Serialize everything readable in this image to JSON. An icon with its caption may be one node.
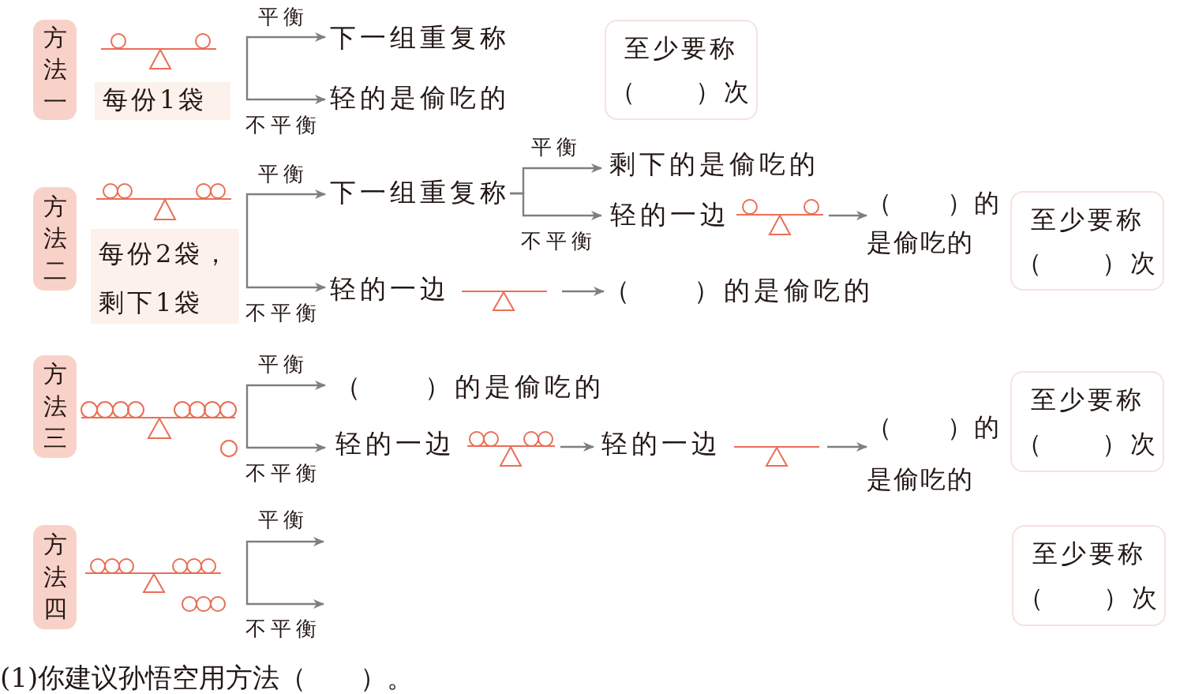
{
  "diagram": {
    "nodes": [
      {
        "text": [
          "方法一"
        ]
      },
      {
        "text": [
          "每份1袋"
        ]
      },
      {
        "text": [
          "下一组重复称"
        ]
      },
      {
        "text": [
          "轻的是偷吃的"
        ]
      },
      {
        "text": [
          "至少要称",
          "（　　）次"
        ]
      },
      {
        "text": [
          "方法二"
        ]
      },
      {
        "text": [
          "每份2袋，剩下1袋"
        ]
      },
      {
        "text": [
          "下一组重复称"
        ]
      },
      {
        "text": [
          "剩下的是偷吃的"
        ]
      },
      {
        "text": [
          "轻的一边"
        ]
      },
      {
        "text": [
          "（　　）的是偷吃的"
        ]
      },
      {
        "text": [
          "轻的一边"
        ]
      },
      {
        "text": [
          "（　　）的是偷吃的"
        ]
      },
      {
        "text": [
          "至少要称",
          "（　　）次"
        ]
      },
      {
        "text": [
          "方法三"
        ]
      },
      {
        "text": [],
        "shape": "picture"
      },
      {
        "text": [
          "（　　）的是偷吃的"
        ]
      },
      {
        "text": [
          "轻的一边"
        ]
      },
      {
        "text": [
          "轻的一边"
        ]
      },
      {
        "text": [
          "（　　）的是偷吃的"
        ]
      },
      {
        "text": [
          "至少要称",
          "（　　）次"
        ]
      },
      {
        "text": [
          "方法四"
        ]
      },
      {
        "text": [],
        "shape": "picture"
      },
      {
        "text": [
          "至少要称",
          "（　　）次"
        ]
      }
    ],
    "edges": [
      {
        "from": 1,
        "to": 2,
        "arrow": "to",
        "label": "平衡"
      },
      {
        "from": 1,
        "to": 3,
        "arrow": "to",
        "label": "不平衡"
      },
      {
        "from": 6,
        "to": 7,
        "arrow": "to",
        "label": "平衡"
      },
      {
        "from": 6,
        "to": 11,
        "arrow": "to",
        "label": "不平衡"
      },
      {
        "from": 7,
        "to": 8,
        "arrow": "to",
        "label": "平衡"
      },
      {
        "from": 7,
        "to": 9,
        "arrow": "to",
        "label": "不平衡"
      },
      {
        "from": 9,
        "to": 10,
        "arrow": "to"
      },
      {
        "from": 11,
        "to": 12,
        "arrow": "to"
      },
      {
        "from": 15,
        "to": 16,
        "arrow": "to",
        "label": "平衡"
      },
      {
        "from": 15,
        "to": 17,
        "arrow": "to",
        "label": "不平衡"
      },
      {
        "from": 17,
        "to": 18,
        "arrow": "to"
      },
      {
        "from": 18,
        "to": 19,
        "arrow": "to"
      },
      {
        "from": 22,
        "to": null,
        "arrow": "to",
        "label": "平衡"
      },
      {
        "from": 22,
        "to": null,
        "arrow": "to",
        "label": "不平衡"
      }
    ],
    "labels": [
      "(1)你建议孙悟空用方法（　　）。"
    ]
  }
}
